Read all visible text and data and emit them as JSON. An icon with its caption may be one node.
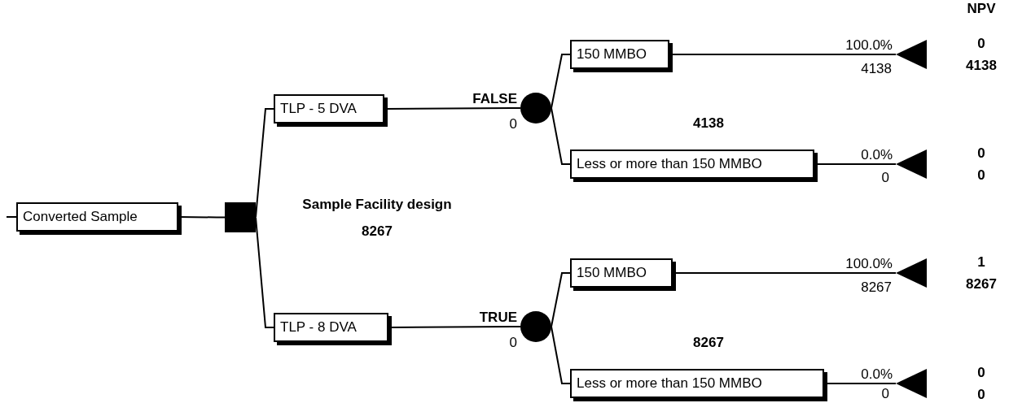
{
  "diagram": {
    "nodes": [
      {
        "text": [
          "Converted Sample"
        ]
      },
      {
        "text": [],
        "shape": "box"
      },
      {
        "text": [
          "TLP - 5 DVA"
        ]
      },
      {
        "text": [
          "TLP - 8 DVA"
        ]
      },
      {
        "text": [],
        "shape": "circle"
      },
      {
        "text": [],
        "shape": "circle"
      },
      {
        "text": [
          "150 MMBO"
        ]
      },
      {
        "text": [
          "Less or more than 150 MMBO"
        ]
      },
      {
        "text": [
          "150 MMBO"
        ]
      },
      {
        "text": [
          "Less or more than 150 MMBO"
        ]
      },
      {
        "text": [],
        "shape": "triangle",
        "beside": [
          "0",
          "4138"
        ]
      },
      {
        "text": [],
        "shape": "triangle",
        "beside": [
          "0",
          "0"
        ]
      },
      {
        "text": [],
        "shape": "triangle",
        "beside": [
          "1",
          "8267"
        ]
      },
      {
        "text": [],
        "shape": "triangle",
        "beside": [
          "0",
          "0"
        ]
      }
    ],
    "edges": [
      {
        "from": null,
        "to": 0,
        "arrow": "none"
      },
      {
        "from": 0,
        "to": 1,
        "arrow": "none"
      },
      {
        "from": 1,
        "to": 2,
        "arrow": "none"
      },
      {
        "from": 1,
        "to": 3,
        "arrow": "none"
      },
      {
        "from": 2,
        "to": 4,
        "arrow": "none",
        "label": "FALSE"
      },
      {
        "from": 3,
        "to": 5,
        "arrow": "none",
        "label": "TRUE"
      },
      {
        "from": 4,
        "to": 6,
        "arrow": "none"
      },
      {
        "from": 4,
        "to": 7,
        "arrow": "none"
      },
      {
        "from": 5,
        "to": 8,
        "arrow": "none"
      },
      {
        "from": 5,
        "to": 9,
        "arrow": "none"
      },
      {
        "from": 6,
        "to": 10,
        "arrow": "none",
        "label": "100.0%"
      },
      {
        "from": 7,
        "to": 11,
        "arrow": "none",
        "label": "0.0%"
      },
      {
        "from": 8,
        "to": 12,
        "arrow": "none",
        "label": "100.0%"
      },
      {
        "from": 9,
        "to": 13,
        "arrow": "none",
        "label": "0.0%"
      }
    ],
    "labels": [
      "NPV",
      "4138",
      "0",
      "4138",
      "0",
      "Sample Facility design",
      "8267",
      "8267",
      "0",
      "8267",
      "0"
    ]
  }
}
